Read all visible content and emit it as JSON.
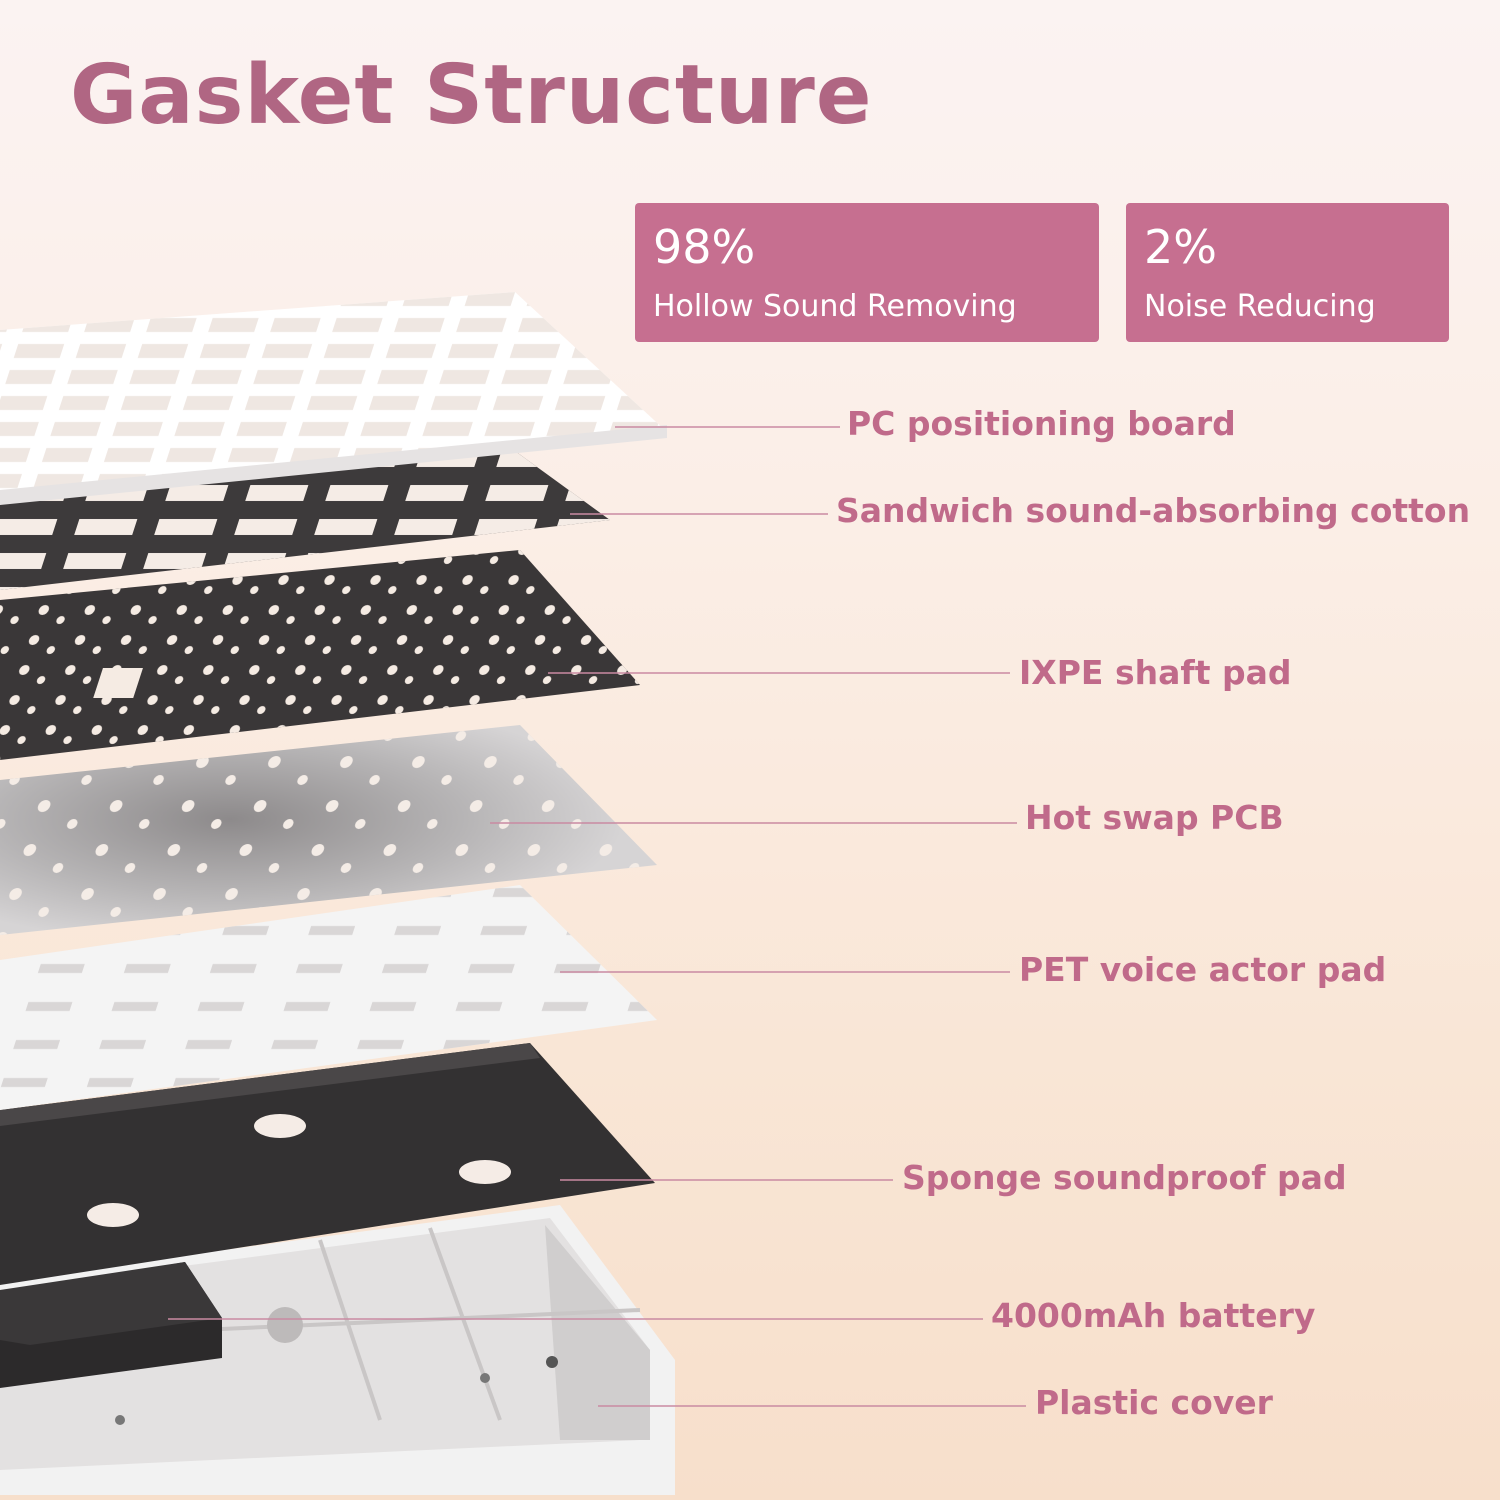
{
  "title": "Gasket Structure",
  "stats": [
    {
      "value": "98%",
      "label": "Hollow Sound Removing"
    },
    {
      "value": "2%",
      "label": "Noise Reducing"
    }
  ],
  "layers": [
    {
      "label": "PC positioning board",
      "color": "#ffffff"
    },
    {
      "label": "Sandwich sound-absorbing cotton",
      "color": "#3d3a3b"
    },
    {
      "label": "IXPE shaft pad",
      "color": "#3a3738"
    },
    {
      "label": "Hot swap PCB",
      "color": "#c9c7c8"
    },
    {
      "label": "PET voice actor pad",
      "color": "#f4f4f4"
    },
    {
      "label": "Sponge soundproof pad",
      "color": "#333132"
    },
    {
      "label": "4000mAh battery",
      "color": "#2c2a2b"
    },
    {
      "label": "Plastic cover",
      "color": "#f2f2f2"
    }
  ],
  "colors": {
    "accent": "#c66f90",
    "title": "#b06683",
    "callout_text": "#c06a8a",
    "leader_line": "#c98aa2"
  }
}
